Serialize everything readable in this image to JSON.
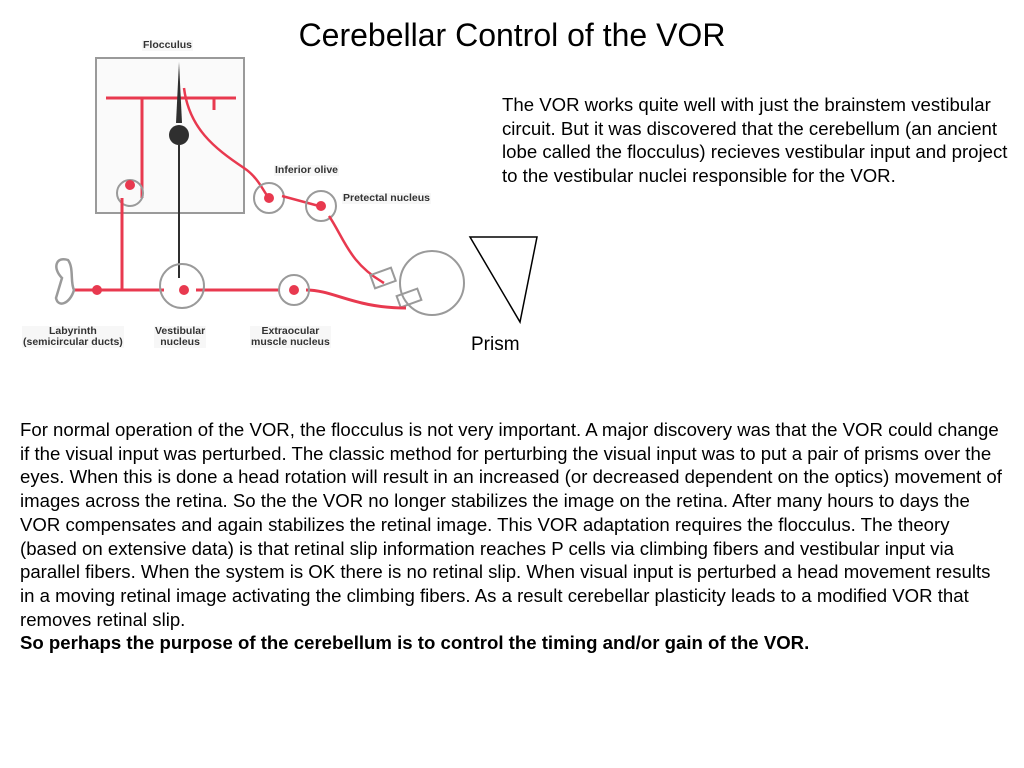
{
  "slide": {
    "title": "Cerebellar Control of the VOR",
    "intro": "The VOR works quite well with just the brainstem vestibular circuit. But it was discovered that the cerebellum (an ancient lobe called the flocculus) recieves vestibular input and project to the vestibular nuclei responsible for the VOR.",
    "prism_label": "Prism",
    "body": "For normal operation of the VOR, the flocculus is not very important. A major discovery was that the VOR could change if the visual input was perturbed. The classic method for perturbing the visual input was to put a pair of prisms over the eyes. When this is done a head rotation will result in an increased (or decreased dependent on the optics) movement of images across the retina. So the the VOR no longer stabilizes the image on the retina. After many hours to days the VOR compensates and again stabilizes the retinal image. This VOR adaptation requires the flocculus. The theory (based on extensive data) is that retinal slip information reaches P cells via climbing fibers and vestibular input via parallel fibers. When the system is OK there is no retinal slip. When visual input is perturbed a head movement results in a moving retinal image activating the climbing fibers. As a result cerebellar plasticity leads to a modified VOR that removes retinal slip.",
    "body_emphasis": "So perhaps the purpose of the cerebellum  is to control the timing and/or gain of the VOR."
  },
  "diagram": {
    "labels": {
      "flocculus": "Flocculus",
      "inferior_olive": "Inferior olive",
      "pretectal_nucleus": "Pretectal nucleus",
      "labyrinth": "Labyrinth",
      "labyrinth_sub": "(semicircular ducts)",
      "vestibular": "Vestibular",
      "vestibular_sub": "nucleus",
      "extraocular": "Extraocular",
      "extraocular_sub": "muscle nucleus"
    },
    "colors": {
      "pathway": "#e8394f",
      "pathway_light": "#f4a3ad",
      "neuron": "#2f2f2f",
      "outline": "#9a9a9a"
    }
  }
}
